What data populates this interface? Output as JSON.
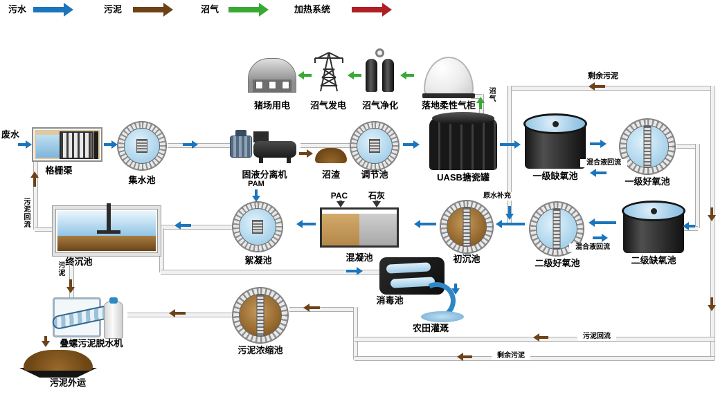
{
  "legend": {
    "wastewater": "污水",
    "sludge": "污泥",
    "biogas": "沼气",
    "heating": "加热系统"
  },
  "nodes": {
    "wastewater_in": "废水",
    "grid_channel": "格栅渠",
    "collection_tank": "集水池",
    "separator": "固液分离机",
    "biogas_residue": "沼渣",
    "regulation_tank": "调节池",
    "uasb_tank": "UASB搪瓷罐",
    "anoxic_1": "一级缺氧池",
    "aerobic_1": "一级好氧池",
    "anoxic_2": "二级缺氧池",
    "aerobic_2": "二级好氧池",
    "primary_sed_tank": "初沉池",
    "coagulation_tank": "混凝池",
    "flocculation_tank": "絮凝池",
    "final_sed_tank": "终沉池",
    "disinfection_tank": "消毒池",
    "irrigation": "农田灌溉",
    "sludge_thickener": "污泥浓缩池",
    "dewatering_machine": "叠螺污泥脱水机",
    "sludge_transport": "污泥外运",
    "pig_farm_power": "猪场用电",
    "biogas_generation": "沼气发电",
    "biogas_purification": "沼气净化",
    "gas_holder": "落地柔性气柜"
  },
  "flow": {
    "excess_sludge_top": "剩余污泥",
    "biogas_pipe": "沼气",
    "mixed_return_1": "混合液回流",
    "mixed_return_2": "混合液回流",
    "raw_water": "原水补充",
    "pam": "PAM",
    "pac": "PAC",
    "lime": "石灰",
    "sludge_return_left": "污泥回流",
    "sludge_down": "污泥",
    "sludge_return_bottom": "污泥回流",
    "excess_sludge_bottom": "剩余污泥"
  },
  "colors": {
    "wastewater": "#1b75bc",
    "sludge": "#6e4218",
    "biogas": "#39a935",
    "heating": "#b01f24"
  }
}
